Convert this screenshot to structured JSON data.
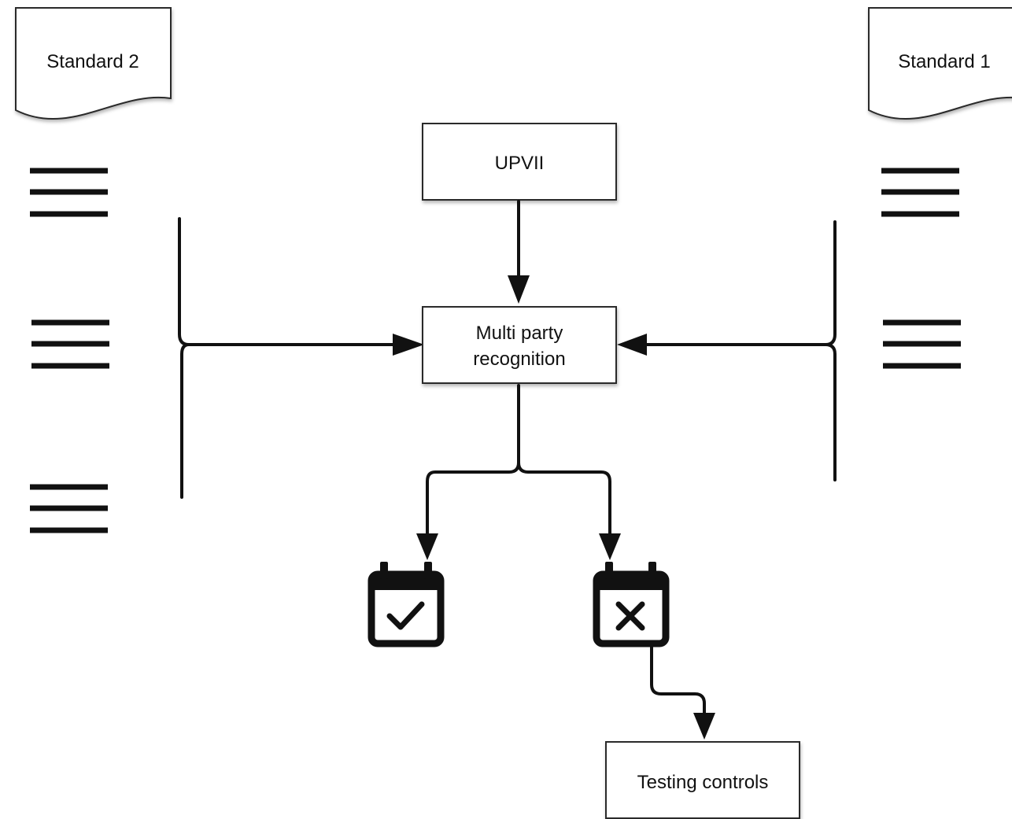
{
  "documents": {
    "standard_2": "Standard 2",
    "standard_1": "Standard 1"
  },
  "nodes": {
    "upvii": "UPVII",
    "recognition_line1": "Multi party",
    "recognition_line2": "recognition",
    "testing_controls": "Testing controls"
  },
  "icons": {
    "approved": "calendar-check-icon",
    "rejected": "calendar-x-icon",
    "list": "list-lines-icon"
  },
  "colors": {
    "stroke": "#111111",
    "box_border": "#2a2a2a",
    "background": "#ffffff"
  }
}
